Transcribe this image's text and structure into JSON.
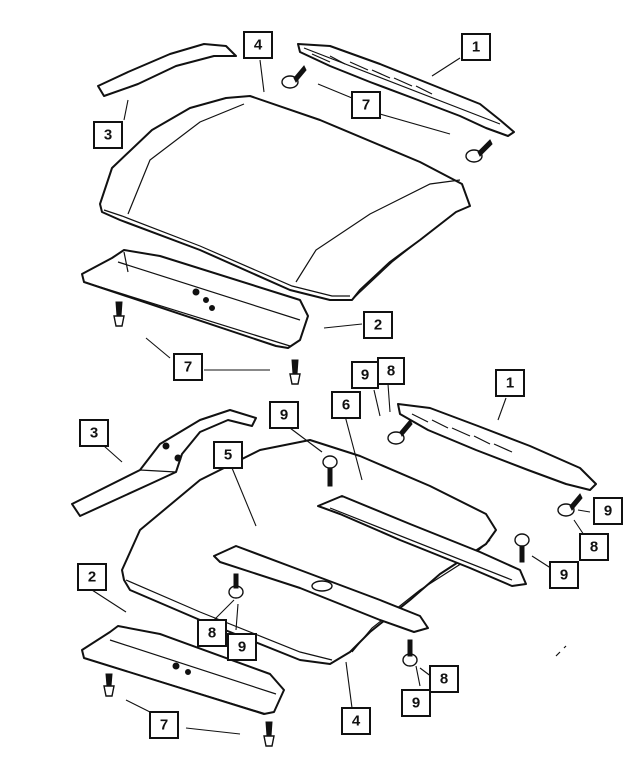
{
  "callouts": {
    "c1_top": "1",
    "c3_top": "3",
    "c4_top": "4",
    "c7_top_a": "7",
    "c2_top": "2",
    "c7_top_b": "7",
    "c9_mid": "9",
    "c8_mid": "8",
    "c1_bot": "1",
    "c3_bot": "3",
    "c9_bot_a": "9",
    "c6_bot": "6",
    "c5_bot": "5",
    "c9_right_a": "9",
    "c8_right": "8",
    "c9_right_b": "9",
    "c2_bot": "2",
    "c8_low": "8",
    "c9_low": "9",
    "c8_lowr": "8",
    "c9_lowr": "9",
    "c7_bot": "7",
    "c4_bot": "4"
  }
}
